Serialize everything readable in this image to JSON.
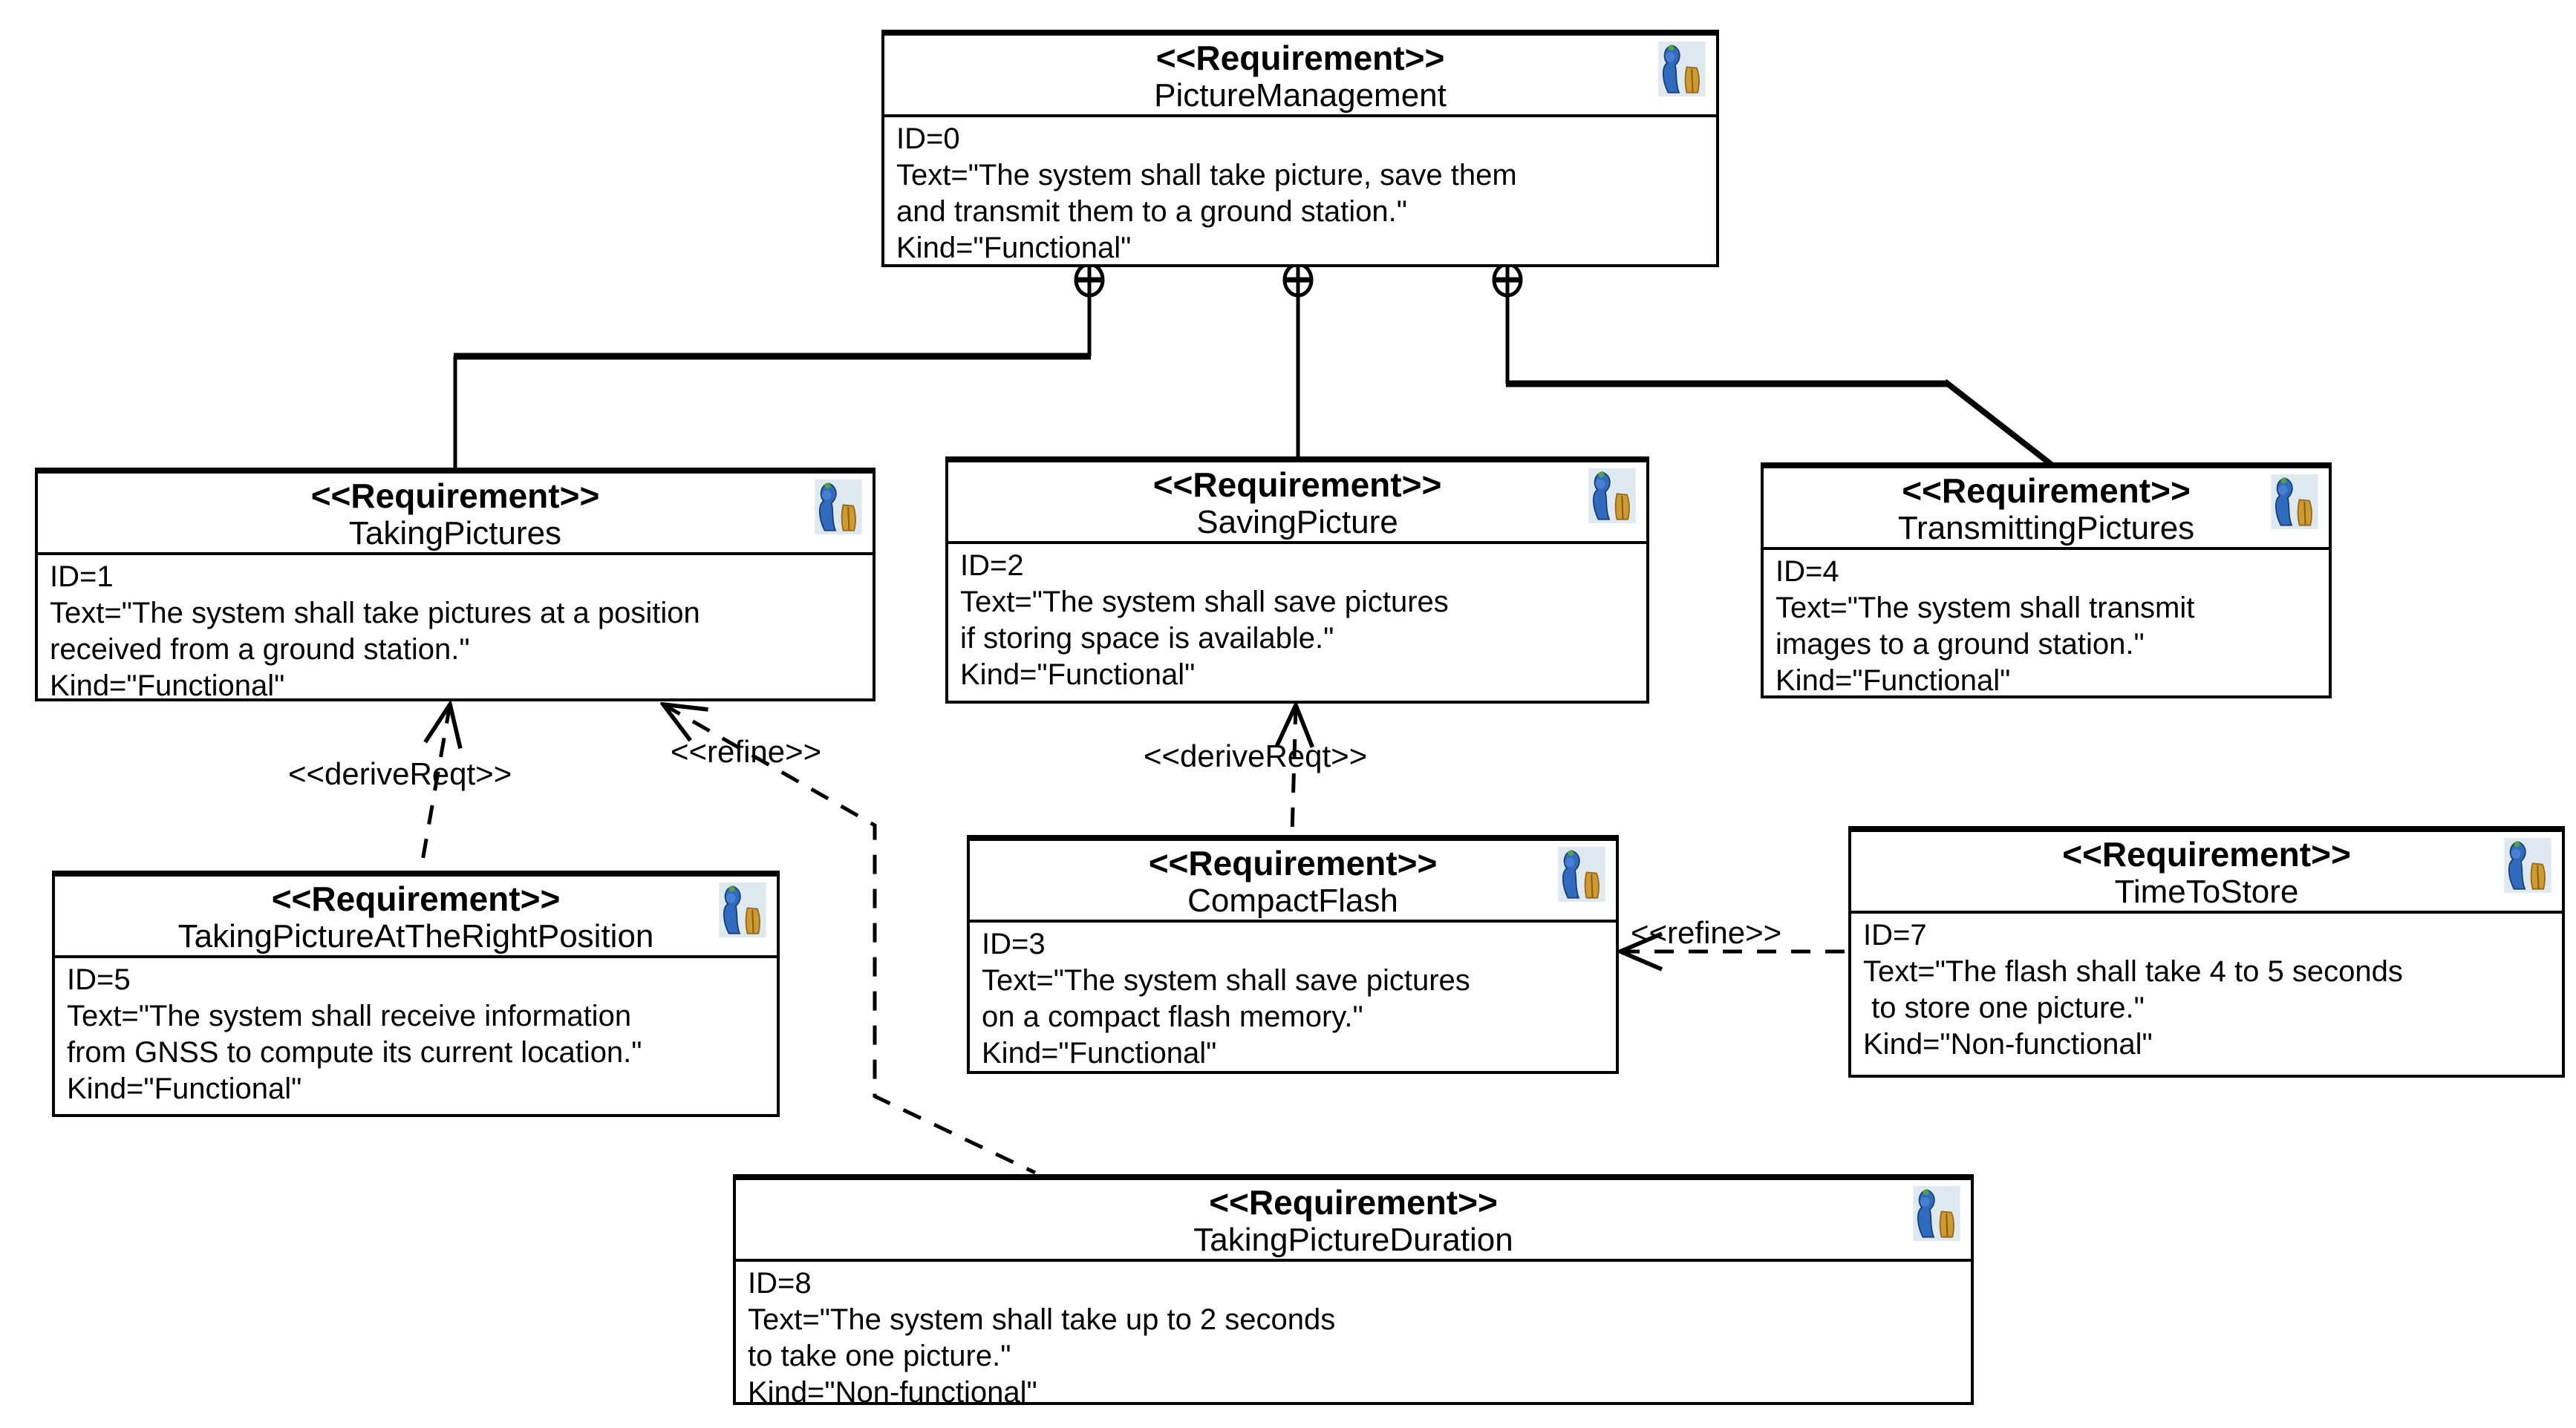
{
  "diagram": {
    "background_color": "#ffffff",
    "line_color": "#000000",
    "icon_colors": {
      "background": "#dde9ef",
      "blue": "#2f6cc0",
      "blue_dark": "#1c3f74",
      "green": "#54a046",
      "gold": "#cf9b2f",
      "gold_dark": "#96691c"
    }
  },
  "boxes": [
    {
      "stereotype": "<<Requirement>>",
      "name": "PictureManagement",
      "lines": [
        "ID=0",
        "Text=\"The system shall take picture, save them",
        "and transmit them to a ground station.\"",
        "Kind=\"Functional\""
      ]
    },
    {
      "stereotype": "<<Requirement>>",
      "name": "TakingPictures",
      "lines": [
        "ID=1",
        "Text=\"The system shall take pictures at a position",
        "received from a ground station.\"",
        "Kind=\"Functional\""
      ]
    },
    {
      "stereotype": "<<Requirement>>",
      "name": "SavingPicture",
      "lines": [
        "ID=2",
        "Text=\"The system shall save pictures",
        "if storing space is available.\"",
        "Kind=\"Functional\""
      ]
    },
    {
      "stereotype": "<<Requirement>>",
      "name": "TransmittingPictures",
      "lines": [
        "ID=4",
        "Text=\"The system shall transmit",
        "images to a ground station.\"",
        "Kind=\"Functional\""
      ]
    },
    {
      "stereotype": "<<Requirement>>",
      "name": "TakingPictureAtTheRightPosition",
      "lines": [
        "ID=5",
        "Text=\"The system shall receive information",
        "from GNSS to compute its current location.\"",
        "Kind=\"Functional\""
      ]
    },
    {
      "stereotype": "<<Requirement>>",
      "name": "CompactFlash",
      "lines": [
        "ID=3",
        "Text=\"The system shall save pictures",
        "on a compact flash memory.\"",
        "Kind=\"Functional\""
      ]
    },
    {
      "stereotype": "<<Requirement>>",
      "name": "TimeToStore",
      "lines": [
        "ID=7",
        "Text=\"The flash shall take 4 to 5 seconds",
        " to store one picture.\"",
        "Kind=\"Non-functional\""
      ]
    },
    {
      "stereotype": "<<Requirement>>",
      "name": "TakingPictureDuration",
      "lines": [
        "ID=8",
        "Text=\"The system shall take up to 2 seconds",
        "to take one picture.\"",
        "Kind=\"Non-functional\""
      ]
    }
  ],
  "edge_labels": [
    {
      "text": "<<deriveReqt>>"
    },
    {
      "text": "<<refine>>"
    },
    {
      "text": "<<deriveReqt>>"
    },
    {
      "text": "<<refine>>"
    }
  ]
}
